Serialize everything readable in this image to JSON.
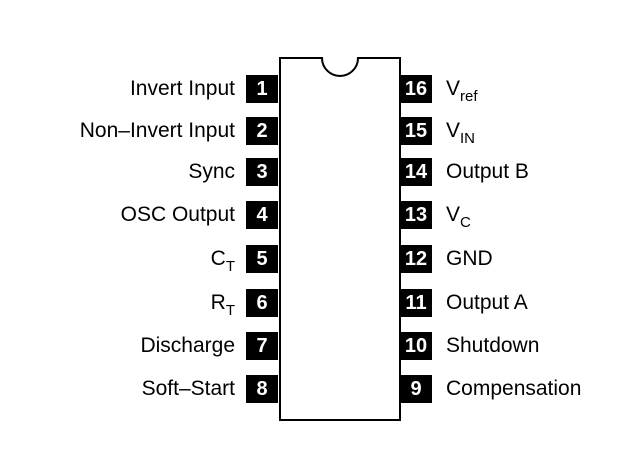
{
  "package": {
    "left_pins": [
      {
        "number": "1",
        "label": "Invert Input"
      },
      {
        "number": "2",
        "label": "Non–Invert Input"
      },
      {
        "number": "3",
        "label": "Sync"
      },
      {
        "number": "4",
        "label": "OSC Output"
      },
      {
        "number": "5",
        "label": "C",
        "label_sub": "T"
      },
      {
        "number": "6",
        "label": "R",
        "label_sub": "T"
      },
      {
        "number": "7",
        "label": "Discharge"
      },
      {
        "number": "8",
        "label": "Soft–Start"
      }
    ],
    "right_pins": [
      {
        "number": "16",
        "label": "V",
        "label_sub": "ref"
      },
      {
        "number": "15",
        "label": "V",
        "label_sub": "IN"
      },
      {
        "number": "14",
        "label": "Output B"
      },
      {
        "number": "13",
        "label": "V",
        "label_sub": "C"
      },
      {
        "number": "12",
        "label": "GND"
      },
      {
        "number": "11",
        "label": "Output A"
      },
      {
        "number": "10",
        "label": "Shutdown"
      },
      {
        "number": "9",
        "label": "Compensation"
      }
    ]
  }
}
